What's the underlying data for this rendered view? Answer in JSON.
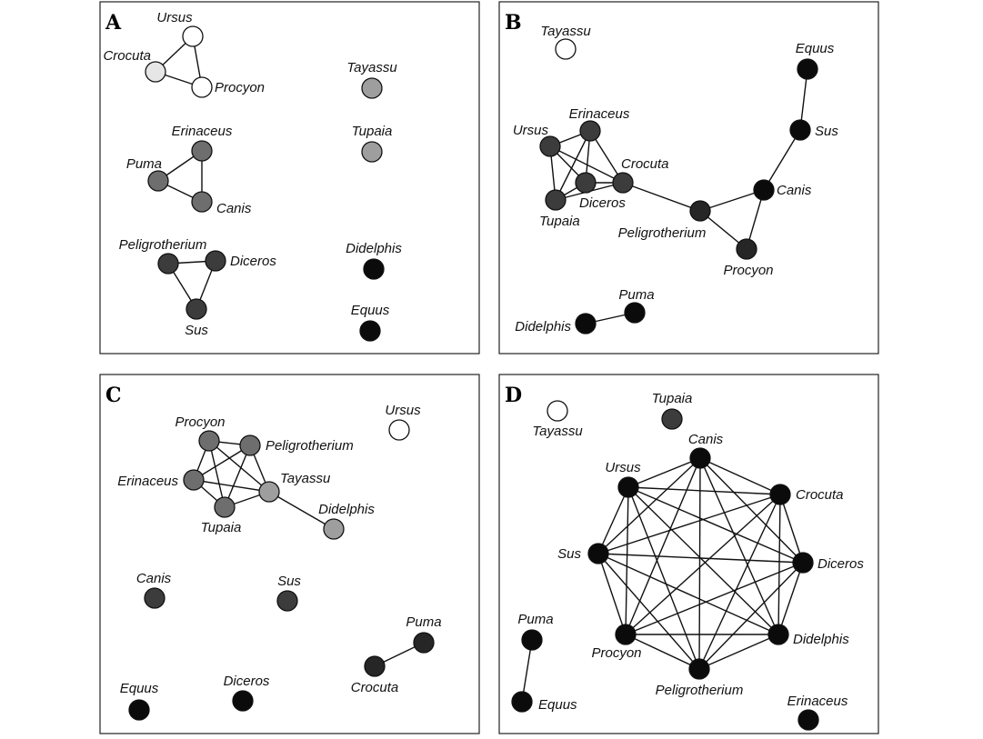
{
  "colors": {
    "white": "#ffffff",
    "light": "#e6e6e6",
    "gray": "#9e9e9e",
    "mid": "#6e6e6e",
    "dark": "#3c3c3c",
    "darker": "#262626",
    "black": "#0b0b0b"
  },
  "panels": [
    {
      "letter": "A",
      "nodes": [
        {
          "id": "Ursus",
          "label": "Ursus",
          "shade": "white"
        },
        {
          "id": "Crocuta",
          "label": "Crocuta",
          "shade": "light"
        },
        {
          "id": "Procyon",
          "label": "Procyon",
          "shade": "white"
        },
        {
          "id": "Tayassu",
          "label": "Tayassu",
          "shade": "gray"
        },
        {
          "id": "Tupaia",
          "label": "Tupaia",
          "shade": "gray"
        },
        {
          "id": "Erinaceus",
          "label": "Erinaceus",
          "shade": "mid"
        },
        {
          "id": "Puma",
          "label": "Puma",
          "shade": "mid"
        },
        {
          "id": "Canis",
          "label": "Canis",
          "shade": "mid"
        },
        {
          "id": "Peligrotherium",
          "label": "Peligrotherium",
          "shade": "dark"
        },
        {
          "id": "Diceros",
          "label": "Diceros",
          "shade": "dark"
        },
        {
          "id": "Sus",
          "label": "Sus",
          "shade": "dark"
        },
        {
          "id": "Didelphis",
          "label": "Didelphis",
          "shade": "black"
        },
        {
          "id": "Equus",
          "label": "Equus",
          "shade": "black"
        }
      ],
      "edges": [
        [
          "Ursus",
          "Crocuta"
        ],
        [
          "Ursus",
          "Procyon"
        ],
        [
          "Crocuta",
          "Procyon"
        ],
        [
          "Erinaceus",
          "Puma"
        ],
        [
          "Erinaceus",
          "Canis"
        ],
        [
          "Puma",
          "Canis"
        ],
        [
          "Peligrotherium",
          "Diceros"
        ],
        [
          "Peligrotherium",
          "Sus"
        ],
        [
          "Diceros",
          "Sus"
        ]
      ]
    },
    {
      "letter": "B",
      "nodes": [
        {
          "id": "Tayassu",
          "label": "Tayassu",
          "shade": "white"
        },
        {
          "id": "Equus",
          "label": "Equus",
          "shade": "black"
        },
        {
          "id": "Sus",
          "label": "Sus",
          "shade": "black"
        },
        {
          "id": "Canis",
          "label": "Canis",
          "shade": "black"
        },
        {
          "id": "Procyon",
          "label": "Procyon",
          "shade": "darker"
        },
        {
          "id": "Peligrotherium",
          "label": "Peligrotherium",
          "shade": "darker"
        },
        {
          "id": "Ursus",
          "label": "Ursus",
          "shade": "dark"
        },
        {
          "id": "Erinaceus",
          "label": "Erinaceus",
          "shade": "dark"
        },
        {
          "id": "Crocuta",
          "label": "Crocuta",
          "shade": "dark"
        },
        {
          "id": "Diceros",
          "label": "Diceros",
          "shade": "dark"
        },
        {
          "id": "Tupaia",
          "label": "Tupaia",
          "shade": "dark"
        },
        {
          "id": "Puma",
          "label": "Puma",
          "shade": "black"
        },
        {
          "id": "Didelphis",
          "label": "Didelphis",
          "shade": "black"
        }
      ],
      "edges": [
        [
          "Equus",
          "Sus"
        ],
        [
          "Sus",
          "Canis"
        ],
        [
          "Canis",
          "Procyon"
        ],
        [
          "Canis",
          "Peligrotherium"
        ],
        [
          "Peligrotherium",
          "Procyon"
        ],
        [
          "Peligrotherium",
          "Crocuta"
        ],
        [
          "Ursus",
          "Erinaceus"
        ],
        [
          "Ursus",
          "Crocuta"
        ],
        [
          "Ursus",
          "Diceros"
        ],
        [
          "Ursus",
          "Tupaia"
        ],
        [
          "Erinaceus",
          "Crocuta"
        ],
        [
          "Erinaceus",
          "Diceros"
        ],
        [
          "Erinaceus",
          "Tupaia"
        ],
        [
          "Crocuta",
          "Diceros"
        ],
        [
          "Crocuta",
          "Tupaia"
        ],
        [
          "Diceros",
          "Tupaia"
        ],
        [
          "Puma",
          "Didelphis"
        ]
      ]
    },
    {
      "letter": "C",
      "nodes": [
        {
          "id": "Ursus",
          "label": "Ursus",
          "shade": "white"
        },
        {
          "id": "Procyon",
          "label": "Procyon",
          "shade": "mid"
        },
        {
          "id": "Peligrotherium",
          "label": "Peligrotherium",
          "shade": "mid"
        },
        {
          "id": "Erinaceus",
          "label": "Erinaceus",
          "shade": "mid"
        },
        {
          "id": "Tayassu",
          "label": "Tayassu",
          "shade": "gray"
        },
        {
          "id": "Tupaia",
          "label": "Tupaia",
          "shade": "mid"
        },
        {
          "id": "Didelphis",
          "label": "Didelphis",
          "shade": "gray"
        },
        {
          "id": "Canis",
          "label": "Canis",
          "shade": "dark"
        },
        {
          "id": "Sus",
          "label": "Sus",
          "shade": "dark"
        },
        {
          "id": "Puma",
          "label": "Puma",
          "shade": "darker"
        },
        {
          "id": "Crocuta",
          "label": "Crocuta",
          "shade": "darker"
        },
        {
          "id": "Equus",
          "label": "Equus",
          "shade": "black"
        },
        {
          "id": "Diceros",
          "label": "Diceros",
          "shade": "black"
        }
      ],
      "edges": [
        [
          "Procyon",
          "Peligrotherium"
        ],
        [
          "Procyon",
          "Erinaceus"
        ],
        [
          "Procyon",
          "Tayassu"
        ],
        [
          "Procyon",
          "Tupaia"
        ],
        [
          "Peligrotherium",
          "Erinaceus"
        ],
        [
          "Peligrotherium",
          "Tayassu"
        ],
        [
          "Peligrotherium",
          "Tupaia"
        ],
        [
          "Erinaceus",
          "Tayassu"
        ],
        [
          "Erinaceus",
          "Tupaia"
        ],
        [
          "Tayassu",
          "Tupaia"
        ],
        [
          "Tayassu",
          "Didelphis"
        ],
        [
          "Puma",
          "Crocuta"
        ]
      ]
    },
    {
      "letter": "D",
      "nodes": [
        {
          "id": "Tayassu",
          "label": "Tayassu",
          "shade": "white"
        },
        {
          "id": "Tupaia",
          "label": "Tupaia",
          "shade": "dark"
        },
        {
          "id": "Canis",
          "label": "Canis",
          "shade": "black"
        },
        {
          "id": "Ursus",
          "label": "Ursus",
          "shade": "black"
        },
        {
          "id": "Crocuta",
          "label": "Crocuta",
          "shade": "black"
        },
        {
          "id": "Sus",
          "label": "Sus",
          "shade": "black"
        },
        {
          "id": "Diceros",
          "label": "Diceros",
          "shade": "black"
        },
        {
          "id": "Procyon",
          "label": "Procyon",
          "shade": "black"
        },
        {
          "id": "Didelphis",
          "label": "Didelphis",
          "shade": "black"
        },
        {
          "id": "Peligrotherium",
          "label": "Peligrotherium",
          "shade": "black"
        },
        {
          "id": "Puma",
          "label": "Puma",
          "shade": "black"
        },
        {
          "id": "Equus",
          "label": "Equus",
          "shade": "black"
        },
        {
          "id": "Erinaceus",
          "label": "Erinaceus",
          "shade": "black"
        }
      ],
      "edges": [
        [
          "Canis",
          "Ursus"
        ],
        [
          "Canis",
          "Crocuta"
        ],
        [
          "Canis",
          "Sus"
        ],
        [
          "Canis",
          "Diceros"
        ],
        [
          "Canis",
          "Procyon"
        ],
        [
          "Canis",
          "Didelphis"
        ],
        [
          "Canis",
          "Peligrotherium"
        ],
        [
          "Ursus",
          "Crocuta"
        ],
        [
          "Ursus",
          "Sus"
        ],
        [
          "Ursus",
          "Diceros"
        ],
        [
          "Ursus",
          "Procyon"
        ],
        [
          "Ursus",
          "Didelphis"
        ],
        [
          "Ursus",
          "Peligrotherium"
        ],
        [
          "Crocuta",
          "Sus"
        ],
        [
          "Crocuta",
          "Diceros"
        ],
        [
          "Crocuta",
          "Procyon"
        ],
        [
          "Crocuta",
          "Didelphis"
        ],
        [
          "Crocuta",
          "Peligrotherium"
        ],
        [
          "Sus",
          "Diceros"
        ],
        [
          "Sus",
          "Procyon"
        ],
        [
          "Sus",
          "Didelphis"
        ],
        [
          "Sus",
          "Peligrotherium"
        ],
        [
          "Diceros",
          "Procyon"
        ],
        [
          "Diceros",
          "Didelphis"
        ],
        [
          "Diceros",
          "Peligrotherium"
        ],
        [
          "Procyon",
          "Didelphis"
        ],
        [
          "Procyon",
          "Peligrotherium"
        ],
        [
          "Didelphis",
          "Peligrotherium"
        ],
        [
          "Puma",
          "Equus"
        ]
      ]
    }
  ]
}
